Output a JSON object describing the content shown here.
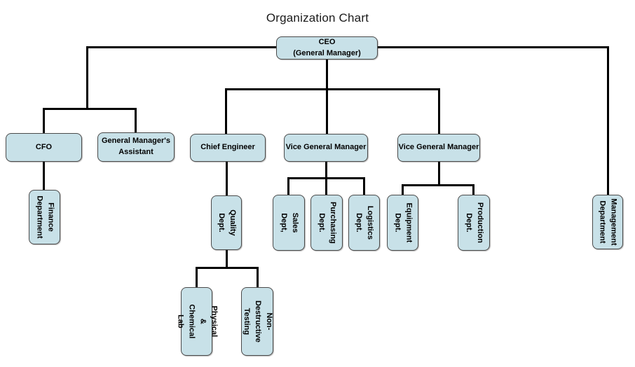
{
  "title": "Organization Chart",
  "colors": {
    "background": "#ffffff",
    "box_fill": "#c8e1e8",
    "box_border": "#4a4a4a",
    "line": "#000000",
    "text": "#000000"
  },
  "diagram": {
    "nodes": [
      {
        "id": "ceo",
        "lines": [
          "CEO",
          "(General Manager)"
        ],
        "orientation": "horizontal"
      },
      {
        "id": "cfo",
        "lines": [
          "CFO"
        ],
        "orientation": "horizontal"
      },
      {
        "id": "gma",
        "lines": [
          "General Manager's",
          "Assistant"
        ],
        "orientation": "horizontal"
      },
      {
        "id": "ce",
        "lines": [
          "Chief Engineer"
        ],
        "orientation": "horizontal"
      },
      {
        "id": "vgm1",
        "lines": [
          "Vice General Manager"
        ],
        "orientation": "horizontal"
      },
      {
        "id": "vgm2",
        "lines": [
          "Vice General Manager"
        ],
        "orientation": "horizontal"
      },
      {
        "id": "finance",
        "lines": [
          "Finance",
          "Department"
        ],
        "orientation": "vertical"
      },
      {
        "id": "quality",
        "lines": [
          "Quality Dept."
        ],
        "orientation": "vertical"
      },
      {
        "id": "sales",
        "lines": [
          "Sales Dept,"
        ],
        "orientation": "vertical"
      },
      {
        "id": "purchasing",
        "lines": [
          "Purchasing",
          "Dept."
        ],
        "orientation": "vertical"
      },
      {
        "id": "logistics",
        "lines": [
          "Logistics",
          "Dept."
        ],
        "orientation": "vertical"
      },
      {
        "id": "equipment",
        "lines": [
          "Equipment",
          "Dept."
        ],
        "orientation": "vertical"
      },
      {
        "id": "production",
        "lines": [
          "Production",
          "Dept."
        ],
        "orientation": "vertical"
      },
      {
        "id": "management",
        "lines": [
          "Management",
          "Department"
        ],
        "orientation": "vertical"
      },
      {
        "id": "physlab",
        "lines": [
          "Physical &",
          "Chemical Lab"
        ],
        "orientation": "vertical"
      },
      {
        "id": "ndt",
        "lines": [
          "Non-Destructive",
          "Testing"
        ],
        "orientation": "vertical"
      }
    ],
    "edges": [
      {
        "from": "ceo",
        "to": "cfo"
      },
      {
        "from": "ceo",
        "to": "gma"
      },
      {
        "from": "ceo",
        "to": "ce"
      },
      {
        "from": "ceo",
        "to": "vgm1"
      },
      {
        "from": "ceo",
        "to": "vgm2"
      },
      {
        "from": "ceo",
        "to": "management"
      },
      {
        "from": "cfo",
        "to": "finance"
      },
      {
        "from": "ce",
        "to": "quality"
      },
      {
        "from": "vgm1",
        "to": "sales"
      },
      {
        "from": "vgm1",
        "to": "purchasing"
      },
      {
        "from": "vgm1",
        "to": "logistics"
      },
      {
        "from": "vgm2",
        "to": "equipment"
      },
      {
        "from": "vgm2",
        "to": "production"
      },
      {
        "from": "quality",
        "to": "physlab"
      },
      {
        "from": "quality",
        "to": "ndt"
      }
    ]
  }
}
